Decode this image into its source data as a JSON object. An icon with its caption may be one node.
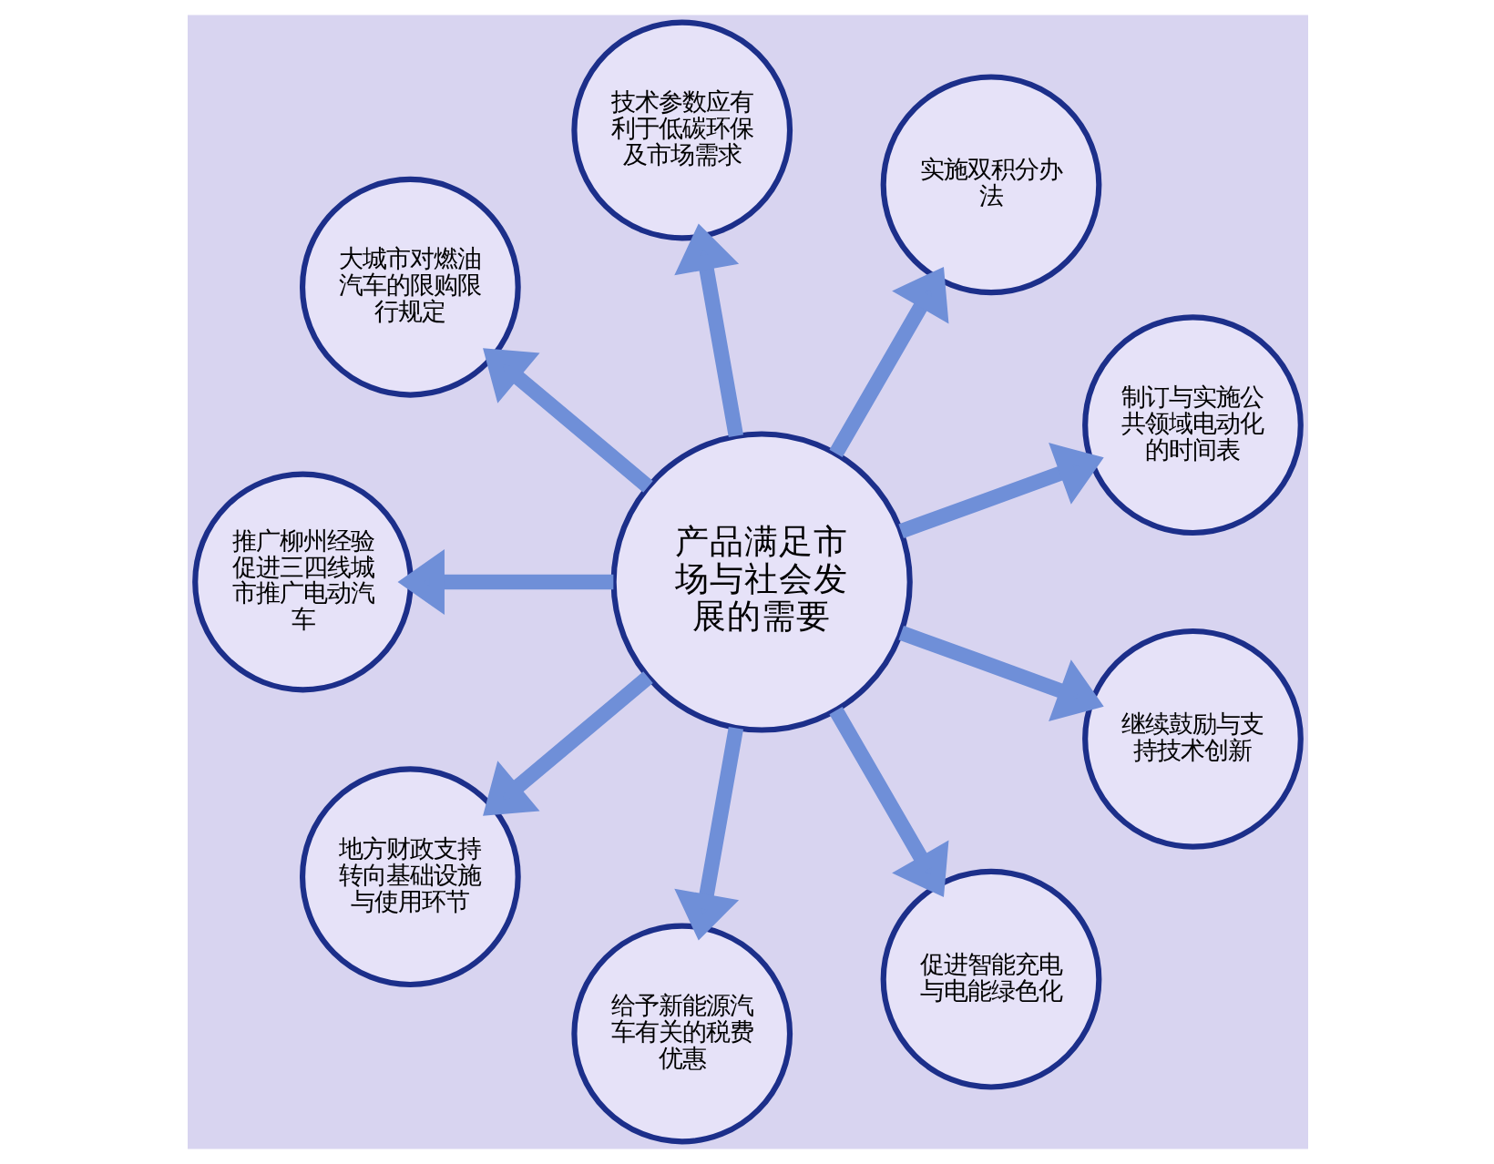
{
  "diagram": {
    "nodes": [
      {
        "text": [
          "产品满足市场与社会发展的需要"
        ]
      },
      {
        "text": [
          "制订与实施公共领域电动化的时间表"
        ]
      },
      {
        "text": [
          "实施双积分办法"
        ]
      },
      {
        "text": [
          "技术参数应有利于低碳环保及市场需求"
        ]
      },
      {
        "text": [
          "大城市对燃油汽车的限购限行规定"
        ]
      },
      {
        "text": [
          "推广柳州经验促进三四线城市推广电动汽车"
        ]
      },
      {
        "text": [
          "地方财政支持转向基础设施与使用环节"
        ]
      },
      {
        "text": [
          "给予新能源汽车有关的税费优惠"
        ]
      },
      {
        "text": [
          "促进智能充电与电能绿色化"
        ]
      },
      {
        "text": [
          "继续鼓励与支持技术创新"
        ]
      }
    ],
    "edges": [
      {
        "from": 0,
        "to": 1,
        "arrow": "to"
      },
      {
        "from": 0,
        "to": 2,
        "arrow": "to"
      },
      {
        "from": 0,
        "to": 3,
        "arrow": "to"
      },
      {
        "from": 0,
        "to": 4,
        "arrow": "to"
      },
      {
        "from": 0,
        "to": 5,
        "arrow": "to"
      },
      {
        "from": 0,
        "to": 6,
        "arrow": "to"
      },
      {
        "from": 0,
        "to": 7,
        "arrow": "to"
      },
      {
        "from": 0,
        "to": 8,
        "arrow": "to"
      },
      {
        "from": 0,
        "to": 9,
        "arrow": "to"
      }
    ]
  }
}
